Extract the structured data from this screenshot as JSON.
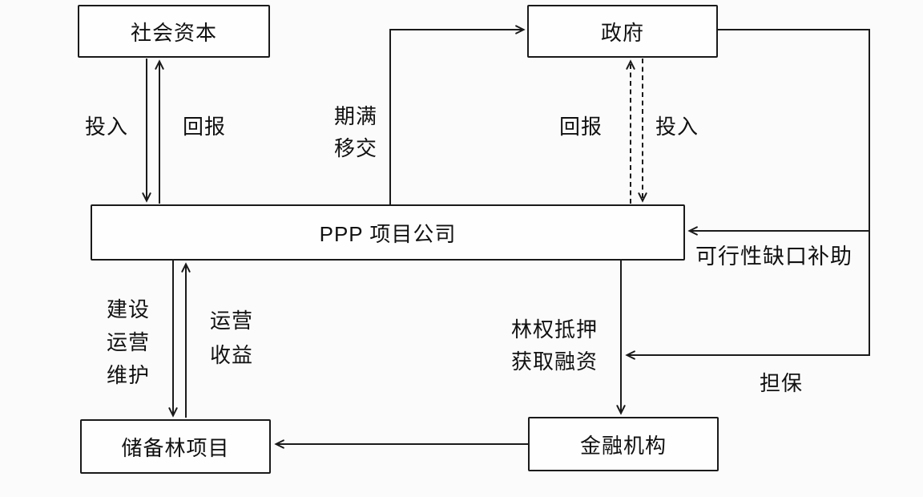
{
  "diagram": {
    "background_color": "#fbfbfb",
    "line_color": "#1a1a1a",
    "nodes": {
      "social_capital": {
        "label": "社会资本"
      },
      "government": {
        "label": "政府"
      },
      "ppp_company": {
        "label": "PPP 项目公司"
      },
      "forest_project": {
        "label": "储备林项目"
      },
      "financial_institution": {
        "label": "金融机构"
      }
    },
    "edge_labels": {
      "invest_left": "投入",
      "return_left": "回报",
      "expiry_transfer_line1": "期满",
      "expiry_transfer_line2": "移交",
      "return_right": "回报",
      "invest_right": "投入",
      "viability_gap_subsidy": "可行性缺口补助",
      "guarantee": "担保",
      "forest_mortgage_line1": "林权抵押",
      "forest_mortgage_line2": "获取融资",
      "build_operate_line1": "建设",
      "build_operate_line2": "运营",
      "build_operate_line3": "维护",
      "operating_income_line1": "运营",
      "operating_income_line2": "收益"
    },
    "edges": [
      {
        "from": "social_capital",
        "to": "ppp_company",
        "style": "solid",
        "label": "投入"
      },
      {
        "from": "ppp_company",
        "to": "social_capital",
        "style": "solid",
        "label": "回报"
      },
      {
        "from": "ppp_company",
        "to": "government",
        "style": "solid",
        "label": "期满移交"
      },
      {
        "from": "ppp_company",
        "to": "government",
        "style": "dashed",
        "label": "回报"
      },
      {
        "from": "government",
        "to": "ppp_company",
        "style": "dashed",
        "label": "投入"
      },
      {
        "from": "government",
        "to": "ppp_company",
        "style": "solid",
        "label": "可行性缺口补助"
      },
      {
        "from": "government",
        "to": "financing_channel",
        "style": "solid",
        "label": "担保"
      },
      {
        "from": "ppp_company",
        "to": "financial_institution",
        "style": "solid",
        "label": "林权抵押获取融资"
      },
      {
        "from": "financial_institution",
        "to": "forest_project",
        "style": "solid",
        "label": ""
      },
      {
        "from": "ppp_company",
        "to": "forest_project",
        "style": "solid",
        "label": "建设运营维护"
      },
      {
        "from": "forest_project",
        "to": "ppp_company",
        "style": "solid",
        "label": "运营收益"
      }
    ]
  }
}
